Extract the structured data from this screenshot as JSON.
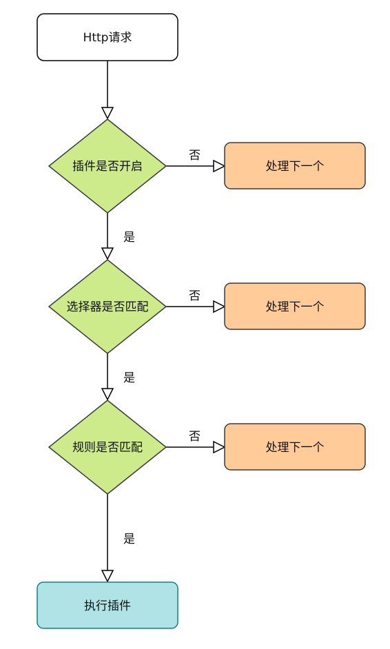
{
  "nodes": {
    "start": {
      "label": "Http请求",
      "fill": "#ffffff",
      "stroke": "#000000"
    },
    "decision_plugin": {
      "label": "插件是否开启",
      "fill": "#cdeb8b",
      "stroke": "#36393d"
    },
    "decision_selector": {
      "label": "选择器是否匹配",
      "fill": "#cdeb8b",
      "stroke": "#36393d"
    },
    "decision_rule": {
      "label": "规则是否匹配",
      "fill": "#cdeb8b",
      "stroke": "#36393d"
    },
    "next_1": {
      "label": "处理下一个",
      "fill": "#ffcc99",
      "stroke": "#36393d"
    },
    "next_2": {
      "label": "处理下一个",
      "fill": "#ffcc99",
      "stroke": "#36393d"
    },
    "next_3": {
      "label": "处理下一个",
      "fill": "#ffcc99",
      "stroke": "#36393d"
    },
    "execute": {
      "label": "执行插件",
      "fill": "#b0e3e6",
      "stroke": "#0e8088"
    }
  },
  "edges": {
    "no_label": "否",
    "yes_label": "是"
  }
}
